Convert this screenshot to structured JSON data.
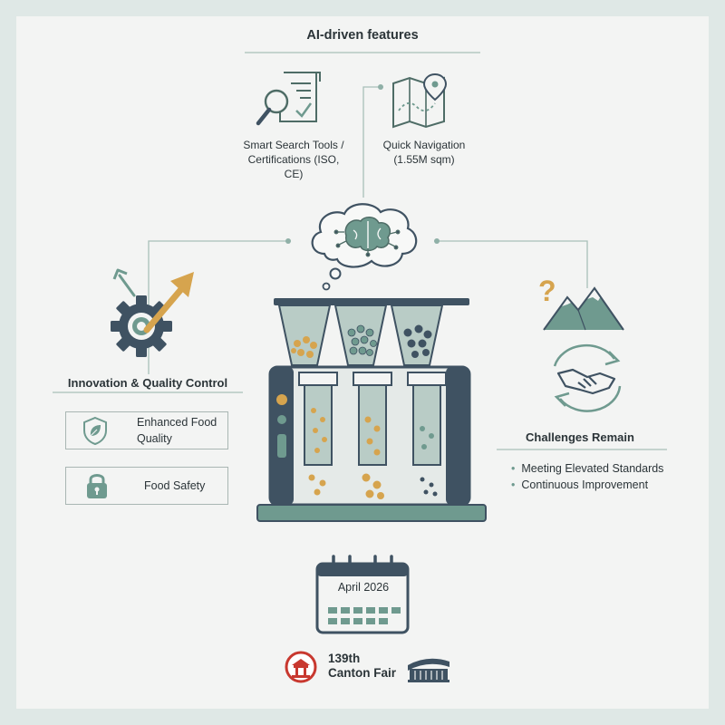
{
  "ai_features": {
    "title": "AI-driven features",
    "smart_search": "Smart Search Tools / Certifications (ISO, CE)",
    "quick_navigation": "Quick Navigation (1.55M sqm)"
  },
  "innovation": {
    "title": "Innovation & Quality Control",
    "items": [
      {
        "label": "Enhanced Food Quality",
        "icon": "leaf-shield-icon"
      },
      {
        "label": "Food Safety",
        "icon": "padlock-icon"
      }
    ]
  },
  "challenges": {
    "title": "Challenges Remain",
    "bullets": [
      "Meeting Elevated Standards",
      "Continuous Improvement"
    ]
  },
  "calendar": {
    "label": "April 2026"
  },
  "fair": {
    "line1": "139th",
    "line2": "Canton Fair"
  },
  "colors": {
    "dark_slate": "#3f5262",
    "sage": "#6f9a8f",
    "light_sage": "#a9c2bb",
    "gold": "#d6a44e",
    "red": "#c8382f",
    "line": "#a9bfb9"
  }
}
